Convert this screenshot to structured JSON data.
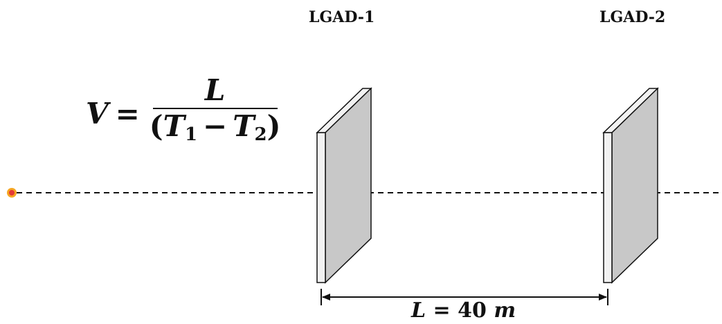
{
  "detectors": [
    {
      "label": "LGAD-1"
    },
    {
      "label": "LGAD-2"
    }
  ],
  "formula": {
    "lhs": "V",
    "equals": "=",
    "numerator": "L",
    "den_open": "(",
    "den_t1": "T",
    "den_t1_sub": "1",
    "den_minus": "−",
    "den_t2": "T",
    "den_t2_sub": "2",
    "den_close": ")"
  },
  "distance": {
    "var": "L",
    "equals": "=",
    "value": "40",
    "unit": "m"
  },
  "colors": {
    "detector_front": "#c8c8c8",
    "detector_edge": "#f2f2f2",
    "outline": "#111111",
    "source_fill": "#e53935",
    "source_ring": "#f5a623"
  }
}
